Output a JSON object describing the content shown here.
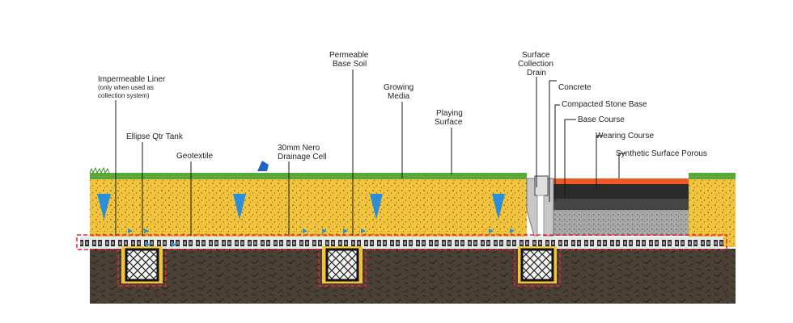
{
  "labels": {
    "impermeable_liner": [
      "Impermeable Liner",
      "(only when used as",
      "collection system)"
    ],
    "ellipse_tank": "Ellipse Qtr Tank",
    "geotextile": "Geotextile",
    "nero_cell": [
      "30mm Nero",
      "Drainage Cell"
    ],
    "permeable_soil": [
      "Permeable",
      "Base Soil"
    ],
    "growing_media": [
      "Growing",
      "Media"
    ],
    "playing_surface": [
      "Playing",
      "Surface"
    ],
    "surface_drain": [
      "Surface",
      "Collection",
      "Drain"
    ],
    "concrete": "Concrete",
    "compacted_stone": "Compacted Stone Base",
    "base_course": "Base Course",
    "wearing_course": "Wearing Course",
    "synthetic_surface": "Synthetic Surface Porous"
  },
  "colors": {
    "grass": "#5aa83a",
    "media": "#f2c33d",
    "subsoil": "#4a4036",
    "liner": "#e3262b",
    "flow_arrow": "#2a8fd8",
    "synthetic": "#ef5a24",
    "base_course": "#3a3a3a",
    "wearing_course": "#2b2b2b",
    "stone": "#a8a8a8",
    "concrete": "#c8c8c8"
  },
  "icons": [
    "flow-arrow-icon",
    "water-outlet-icon"
  ]
}
